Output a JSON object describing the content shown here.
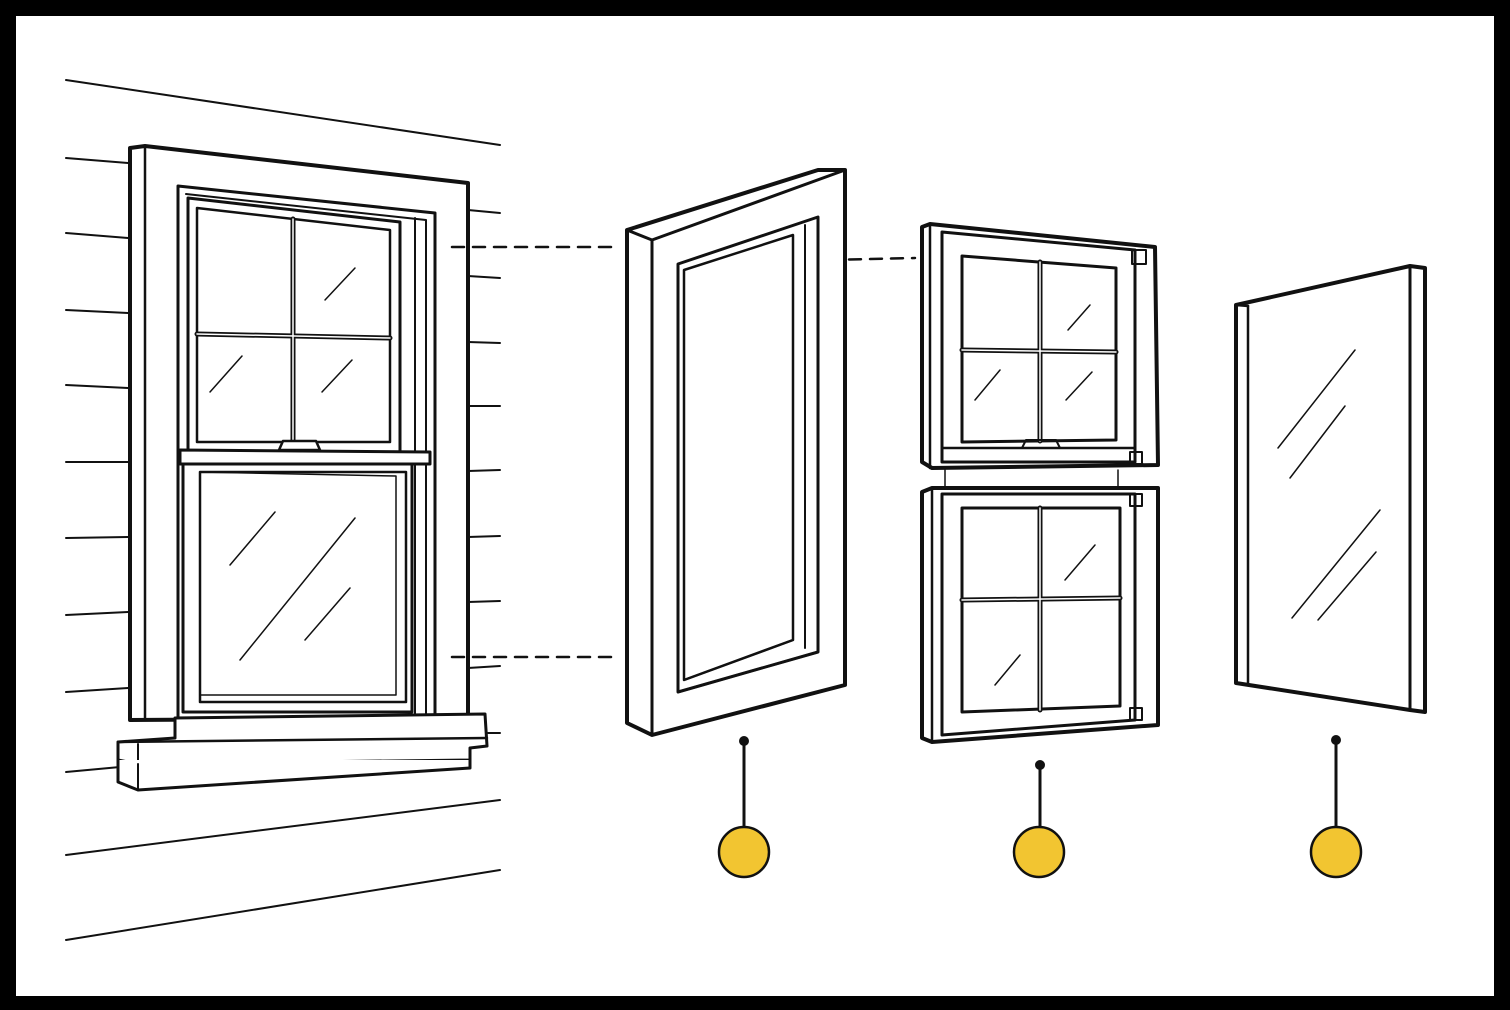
{
  "diagram": {
    "components": [
      {
        "id": "installed-window"
      },
      {
        "id": "window-frame",
        "callout": ""
      },
      {
        "id": "window-sashes",
        "callout": ""
      },
      {
        "id": "glass-pane",
        "callout": ""
      }
    ]
  },
  "colors": {
    "border": "#000000",
    "paper": "#ffffff",
    "ink": "#111111",
    "callout": "#f2c531"
  }
}
